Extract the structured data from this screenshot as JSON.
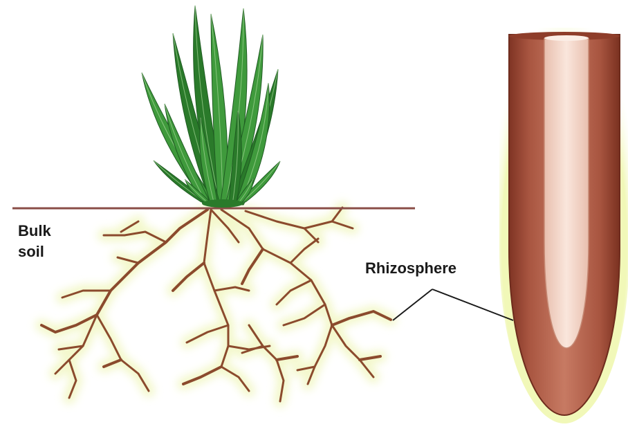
{
  "labels": {
    "bulk_soil_line1": "Bulk",
    "bulk_soil_line2": "soil",
    "rhizosphere": "Rhizosphere"
  },
  "colors": {
    "leaf": "#3f9a3c",
    "leaf_dark": "#2a7a2a",
    "soil_line": "#8a4e47",
    "root": "#8b4a2d",
    "root_halo": "#f2f7c6",
    "root_tip_outer": "#9c4a33",
    "root_tip_inner": "#f3d3c6",
    "root_tip_glow": "#eef7b0"
  }
}
